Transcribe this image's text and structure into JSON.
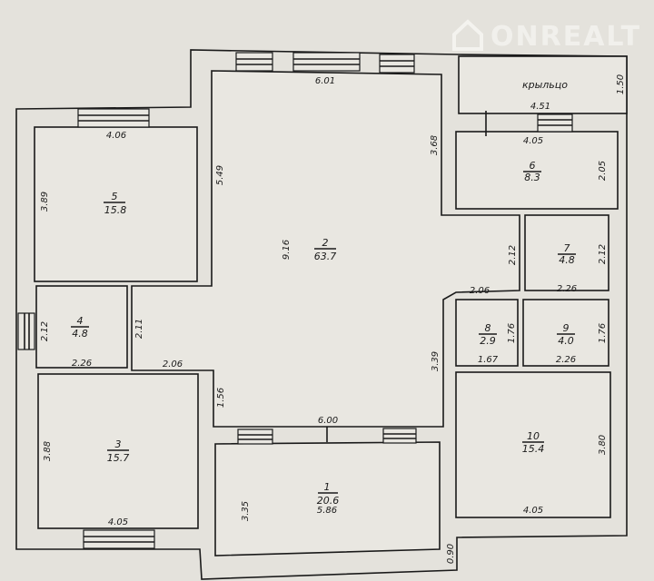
{
  "watermark": {
    "text": "ONREALT"
  },
  "rooms": [
    {
      "id": "1",
      "area": "20.6",
      "width": "5.86",
      "height": "3.35"
    },
    {
      "id": "2",
      "area": "63.7",
      "width": "6.01",
      "height": "9.16"
    },
    {
      "id": "3",
      "area": "15.7",
      "width": "4.05",
      "height": "3.88"
    },
    {
      "id": "4",
      "area": "4.8",
      "width": "2.26",
      "height": "2.12"
    },
    {
      "id": "5",
      "area": "15.8",
      "width": "4.06",
      "height": "3.89"
    },
    {
      "id": "6",
      "area": "8.3",
      "width": "4.05",
      "height": "2.05"
    },
    {
      "id": "7",
      "area": "4.8",
      "width": "2.26",
      "height": "2.12"
    },
    {
      "id": "8",
      "area": "2.9",
      "width": "1.67",
      "height": "1.76"
    },
    {
      "id": "9",
      "area": "4.0",
      "width": "2.26",
      "height": "1.76"
    },
    {
      "id": "10",
      "area": "15.4",
      "width": "4.05",
      "height": "3.80"
    }
  ],
  "porch": {
    "label": "крыльцо",
    "width": "4.51",
    "height": "1.50"
  },
  "extra_dims": {
    "hall_left_upper": "5.49",
    "hall_right_upper": "3.68",
    "hall_left_lower_width": "2.11",
    "hall_bottom_step": "2.06",
    "hall_lower_left": "1.56",
    "hall_bottom": "6.00",
    "hall_right_lower": "3.39",
    "hall_mid_right": "2.12",
    "hall_mid_width": "2.06",
    "entrance_depth": "0.90"
  }
}
